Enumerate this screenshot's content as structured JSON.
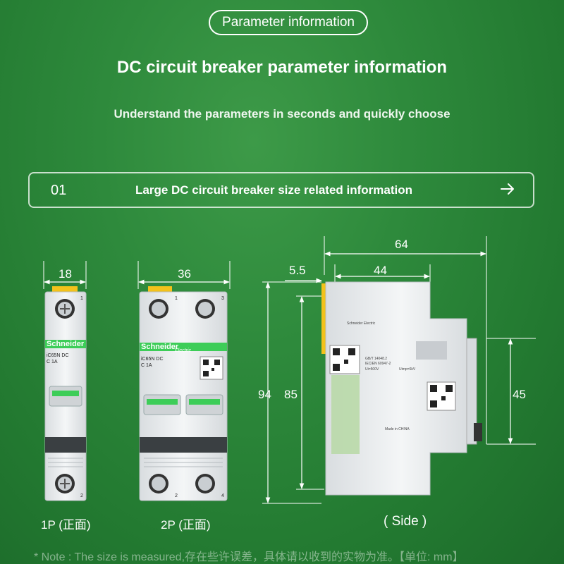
{
  "header": {
    "pill_label": "Parameter information",
    "title": "DC circuit breaker parameter information",
    "subtitle": "Understand the parameters in seconds and quickly choose"
  },
  "banner": {
    "number": "01",
    "text": "Large DC circuit breaker size related information",
    "arrow_icon": "arrow-right-icon"
  },
  "dimensions": {
    "w_1p": "18",
    "w_2p": "36",
    "w_total_side": "64",
    "w_clip": "5.5",
    "w_body_side": "44",
    "h_total": "94",
    "h_body": "85",
    "h_front": "45"
  },
  "device": {
    "brand": "Schneider",
    "brand_sub": "Electric",
    "model": "iC65N DC",
    "rating": "C 1A",
    "terminal_top_1p": "1",
    "terminal_bottom_1p": "2",
    "terminal_top_2p_left": "1",
    "terminal_top_2p_right": "3",
    "terminal_bottom_2p_left": "2",
    "terminal_bottom_2p_right": "4",
    "side_text_1": "Schneider Electric",
    "side_text_2": "GB/T 14048.2",
    "side_text_3": "IEC/EN 60947-2",
    "side_text_4": "Ui=500V",
    "side_text_5": "Uimp=6kV",
    "side_text_6": "Made in CHINA"
  },
  "labels": {
    "view_1p": "1P (正面)",
    "view_2p": "2P (正面)",
    "view_side": "( Side )"
  },
  "footer": {
    "note": "* Note : The size is measured,存在些许误差，具体请以收到的实物为准。【单位: mm】"
  },
  "colors": {
    "background": "#2e8a3c",
    "breaker_body": "#e9ecee",
    "clip_yellow": "#f3c21b",
    "brand_green": "#3dcd58"
  }
}
